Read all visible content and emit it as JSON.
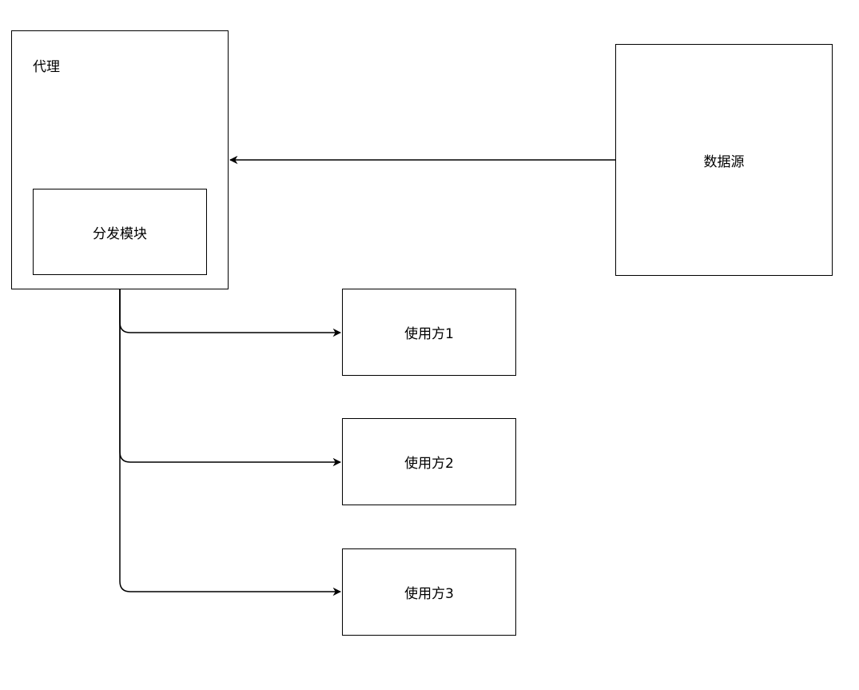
{
  "nodes": {
    "proxy": {
      "label": "代理"
    },
    "dispatch": {
      "label": "分发模块"
    },
    "source": {
      "label": "数据源"
    },
    "consumers": [
      {
        "label": "使用方1"
      },
      {
        "label": "使用方2"
      },
      {
        "label": "使用方3"
      }
    ]
  },
  "edges": [
    {
      "from": "数据源",
      "to": "代理"
    },
    {
      "from": "分发模块",
      "to": "使用方1"
    },
    {
      "from": "分发模块",
      "to": "使用方2"
    },
    {
      "from": "分发模块",
      "to": "使用方3"
    }
  ],
  "colors": {
    "stroke": "#000000",
    "background": "#ffffff"
  }
}
